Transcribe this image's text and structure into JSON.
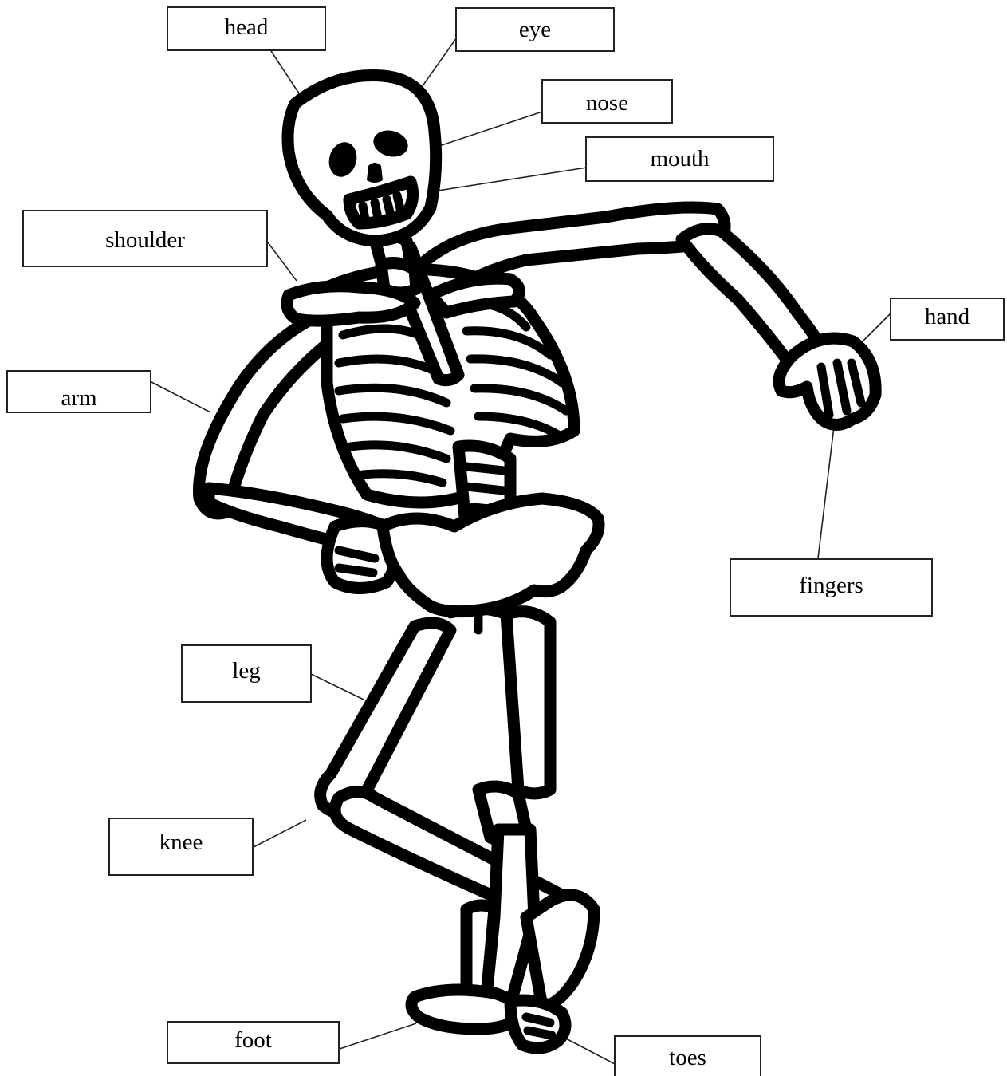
{
  "labels": {
    "head": "head",
    "eye": "eye",
    "nose": "nose",
    "mouth": "mouth",
    "shoulder": "shoulder",
    "hand": "hand",
    "arm": "arm",
    "fingers": "fingers",
    "leg": "leg",
    "knee": "knee",
    "foot": "foot",
    "toes": "toes"
  }
}
